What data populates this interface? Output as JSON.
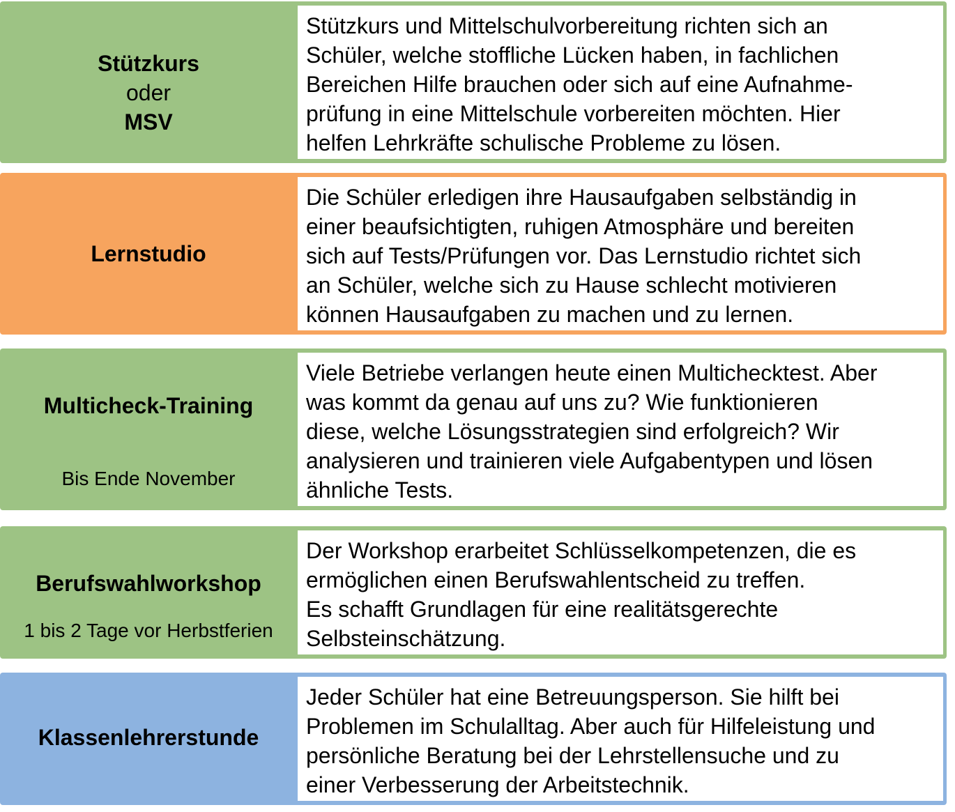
{
  "rows": [
    {
      "color": "#9dc384",
      "title_line1": "Stützkurs",
      "title_line2": "oder",
      "title_line3": "MSV",
      "description": "Stützkurs und Mittelschulvorbereitung richten sich an\nSchüler, welche stoffliche Lücken haben, in fachlichen\nBereichen Hilfe brauchen oder sich auf eine Aufnahme-\nprüfung in eine Mittelschule vorbereiten möchten. Hier\nhelfen Lehrkräfte schulische Probleme zu lösen."
    },
    {
      "color": "#f7a45e",
      "title": "Lernstudio",
      "description": "Die Schüler erledigen ihre Hausaufgaben selbständig in\neiner beaufsichtigten, ruhigen Atmosphäre und bereiten\nsich auf Tests/Prüfungen vor. Das Lernstudio richtet sich\nan Schüler, welche sich zu Hause schlecht motivieren\nkönnen Hausaufgaben zu machen und zu lernen."
    },
    {
      "color": "#9dc384",
      "title": "Multicheck-Training",
      "subtitle": "Bis Ende November",
      "description": "Viele Betriebe verlangen heute einen Multichecktest. Aber\nwas kommt da genau auf uns zu? Wie funktionieren\ndiese, welche Lösungsstrategien sind erfolgreich?  Wir\nanalysieren und trainieren viele Aufgabentypen und lösen\nähnliche Tests."
    },
    {
      "color": "#9dc384",
      "title": "Berufswahlworkshop",
      "subtitle": "1 bis 2 Tage vor Herbstferien",
      "description": "Der Workshop erarbeitet Schlüsselkompetenzen, die es\nermöglichen einen Berufswahlentscheid zu treffen.\nEs schafft Grundlagen für eine realitätsgerechte\nSelbsteinschätzung."
    },
    {
      "color": "#8db3e0",
      "title": "Klassenlehrerstunde",
      "description": "Jeder Schüler hat eine Betreuungsperson. Sie hilft bei\nProblemen im Schulalltag. Aber auch für Hilfeleistung und\npersönliche Beratung bei der Lehrstellensuche und zu\neiner Verbesserung der Arbeitstechnik."
    }
  ]
}
